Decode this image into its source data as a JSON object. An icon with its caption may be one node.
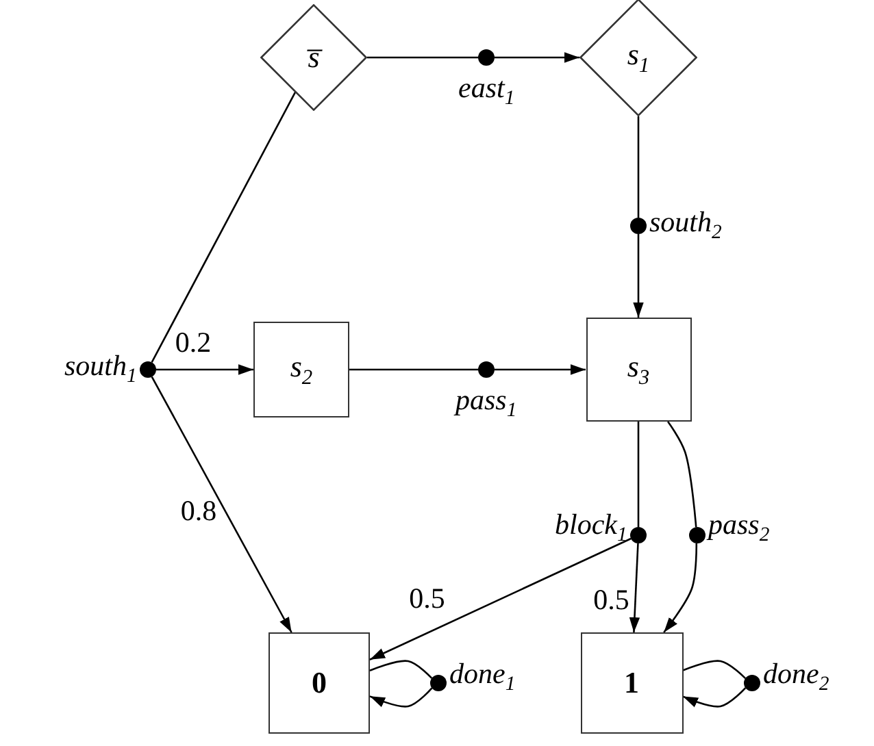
{
  "diagram": {
    "nodes": [
      {
        "text": [
          "s̅"
        ]
      },
      {
        "text": [
          "s$_{1}$"
        ]
      },
      {
        "text": [],
        "shape": "circle",
        "beside": [
          "east$_{1}$"
        ]
      },
      {
        "text": [],
        "shape": "circle",
        "beside": [
          "south$_{2}$"
        ]
      },
      {
        "text": [],
        "shape": "circle",
        "beside": [
          "south$_{1}$"
        ]
      },
      {
        "text": [
          "s$_{2}$"
        ]
      },
      {
        "text": [
          "s$_{3}$"
        ]
      },
      {
        "text": [],
        "shape": "circle",
        "beside": [
          "pass$_{1}$"
        ]
      },
      {
        "text": [],
        "shape": "circle",
        "beside": [
          "block$_{1}$"
        ]
      },
      {
        "text": [],
        "shape": "circle",
        "beside": [
          "pass$_{2}$"
        ]
      },
      {
        "text": [
          "0"
        ]
      },
      {
        "text": [
          "1"
        ]
      },
      {
        "text": [],
        "shape": "circle",
        "beside": [
          "done$_{1}$"
        ]
      },
      {
        "text": [],
        "shape": "circle",
        "beside": [
          "done$_{2}$"
        ]
      }
    ],
    "edges": [
      {
        "from": 0,
        "to": 2,
        "arrow": "none"
      },
      {
        "from": 2,
        "to": 1,
        "arrow": "to"
      },
      {
        "from": 1,
        "to": 3,
        "arrow": "none"
      },
      {
        "from": 3,
        "to": 6,
        "arrow": "to"
      },
      {
        "from": 0,
        "to": 4,
        "arrow": "none"
      },
      {
        "from": 4,
        "to": 5,
        "arrow": "to",
        "label": "0.2"
      },
      {
        "from": 4,
        "to": 10,
        "arrow": "to",
        "label": "0.8"
      },
      {
        "from": 5,
        "to": 7,
        "arrow": "none"
      },
      {
        "from": 7,
        "to": 6,
        "arrow": "to"
      },
      {
        "from": 6,
        "to": 8,
        "arrow": "none"
      },
      {
        "from": 8,
        "to": 10,
        "arrow": "to",
        "label": "0.5"
      },
      {
        "from": 8,
        "to": 11,
        "arrow": "to",
        "label": "0.5"
      },
      {
        "from": 6,
        "to": 9,
        "arrow": "none"
      },
      {
        "from": 9,
        "to": 11,
        "arrow": "to"
      },
      {
        "from": 10,
        "to": 12,
        "arrow": "none"
      },
      {
        "from": 12,
        "to": 10,
        "arrow": "to"
      },
      {
        "from": 11,
        "to": 13,
        "arrow": "none"
      },
      {
        "from": 13,
        "to": 11,
        "arrow": "to"
      }
    ]
  }
}
